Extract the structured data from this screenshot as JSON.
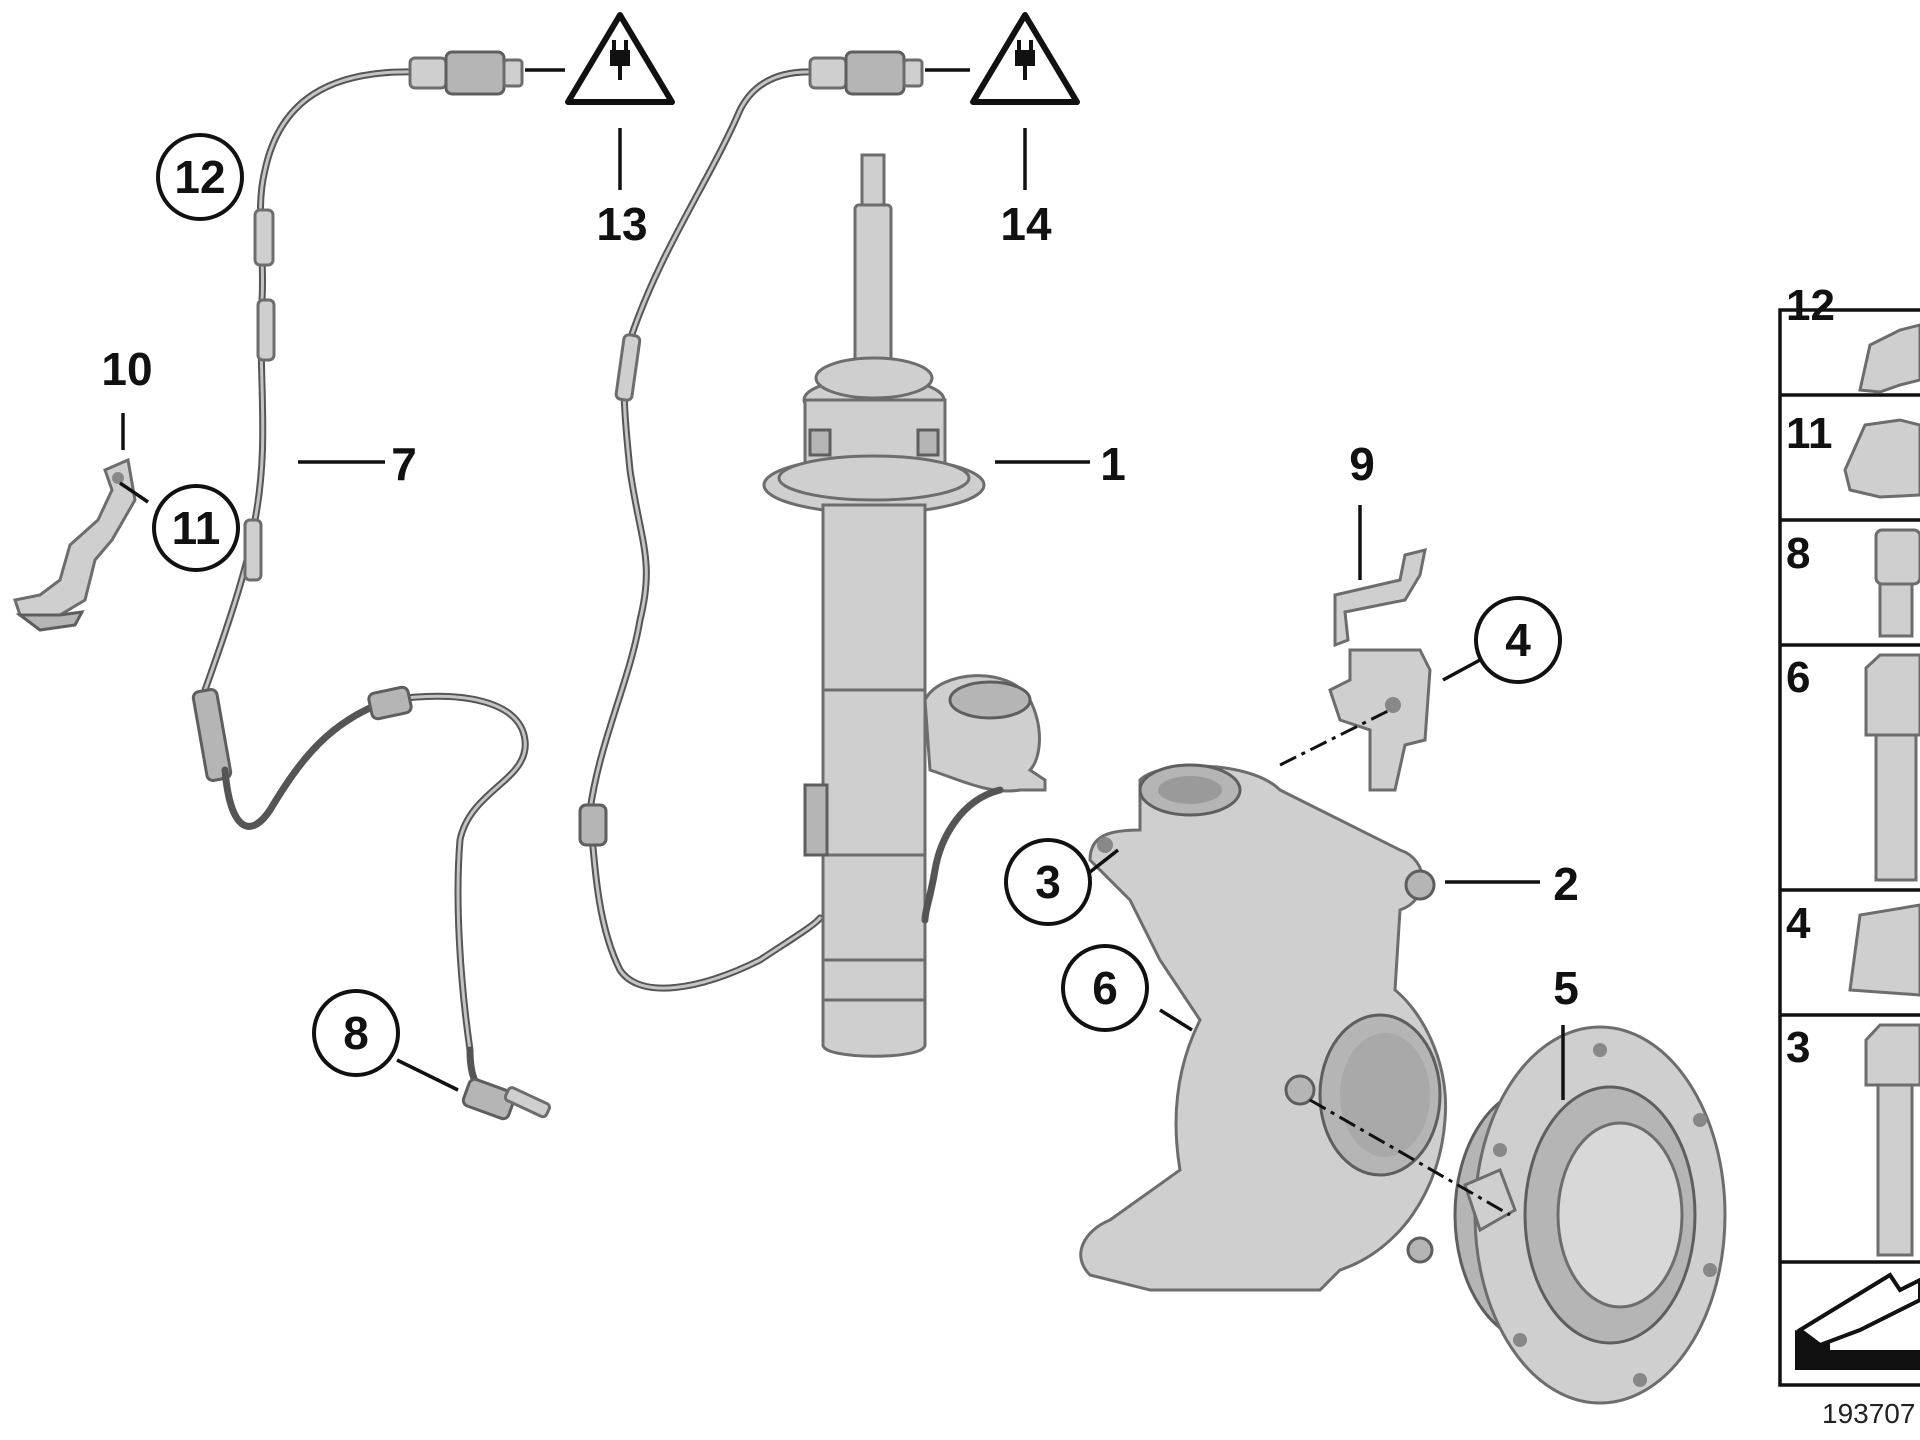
{
  "diagram": {
    "callouts": [
      {
        "id": "1",
        "label": "1",
        "circled": false
      },
      {
        "id": "2",
        "label": "2",
        "circled": false
      },
      {
        "id": "3",
        "label": "3",
        "circled": true
      },
      {
        "id": "4",
        "label": "4",
        "circled": true
      },
      {
        "id": "5",
        "label": "5",
        "circled": false
      },
      {
        "id": "6",
        "label": "6",
        "circled": true
      },
      {
        "id": "7",
        "label": "7",
        "circled": false
      },
      {
        "id": "8",
        "label": "8",
        "circled": true
      },
      {
        "id": "9",
        "label": "9",
        "circled": false
      },
      {
        "id": "10",
        "label": "10",
        "circled": false
      },
      {
        "id": "11",
        "label": "11",
        "circled": true
      },
      {
        "id": "12",
        "label": "12",
        "circled": true
      },
      {
        "id": "13",
        "label": "13",
        "circled": false
      },
      {
        "id": "14",
        "label": "14",
        "circled": false
      }
    ],
    "legend": {
      "items": [
        "12",
        "11",
        "8",
        "6",
        "4",
        "3"
      ]
    },
    "reference_number": "193707",
    "icons": {
      "warning_plug": "electrical-plug-warning-icon",
      "arrow": "direction-arrow-icon"
    },
    "colors": {
      "ink": "#111111",
      "part_fill": "#cfcfcf",
      "cable": "#555555",
      "background": "#ffffff"
    }
  }
}
